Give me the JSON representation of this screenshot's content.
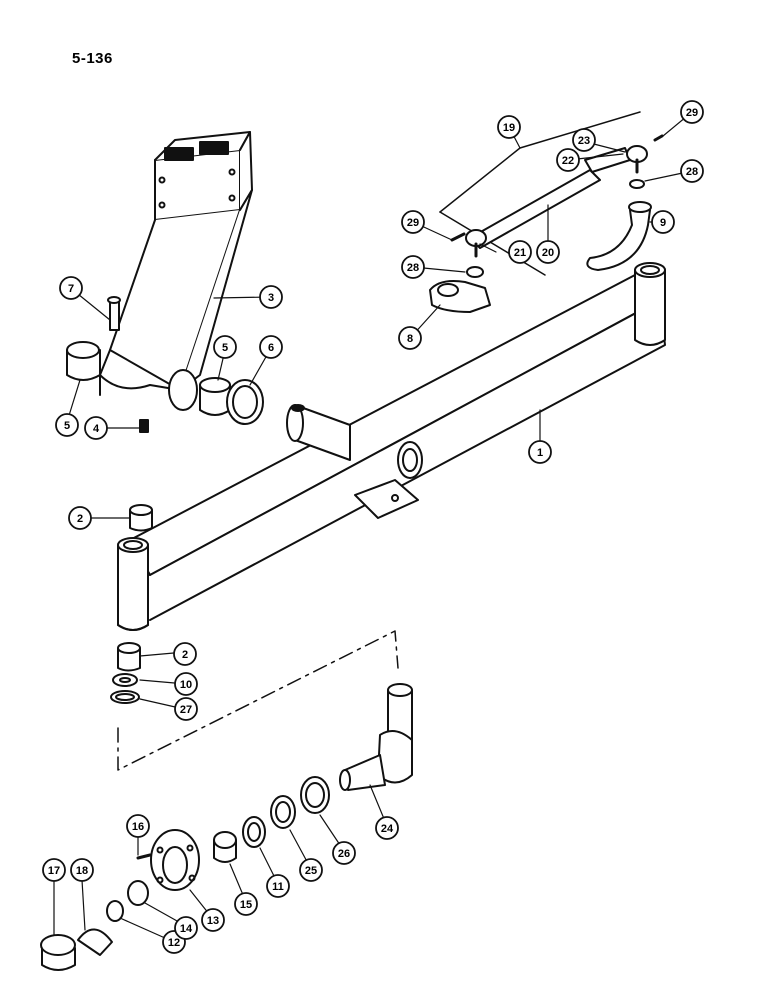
{
  "page_number": "5-136",
  "callouts": [
    "1",
    "2",
    "2",
    "3",
    "4",
    "5",
    "5",
    "6",
    "7",
    "8",
    "9",
    "10",
    "11",
    "12",
    "13",
    "14",
    "15",
    "16",
    "17",
    "18",
    "19",
    "20",
    "21",
    "22",
    "23",
    "24",
    "25",
    "26",
    "27",
    "28",
    "28",
    "29",
    "29"
  ]
}
